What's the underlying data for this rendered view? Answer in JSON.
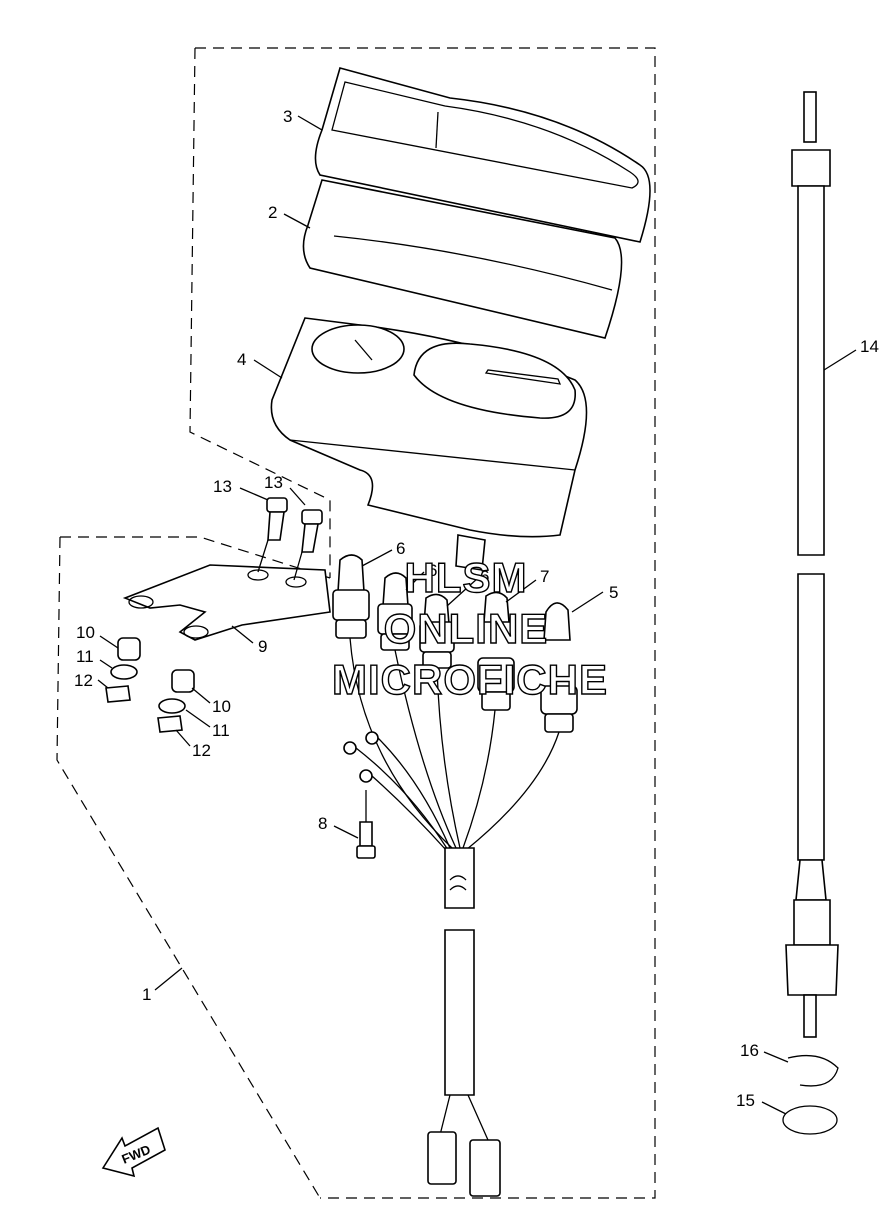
{
  "callouts": [
    "1",
    "2",
    "3",
    "4",
    "5",
    "6",
    "6",
    "6",
    "7",
    "8",
    "9",
    "10",
    "10",
    "11",
    "11",
    "12",
    "12",
    "13",
    "13",
    "14",
    "15",
    "16"
  ],
  "watermark": [
    "HLSM",
    "ONLINE",
    "MICROFICHE"
  ],
  "direction_label": "FWD"
}
